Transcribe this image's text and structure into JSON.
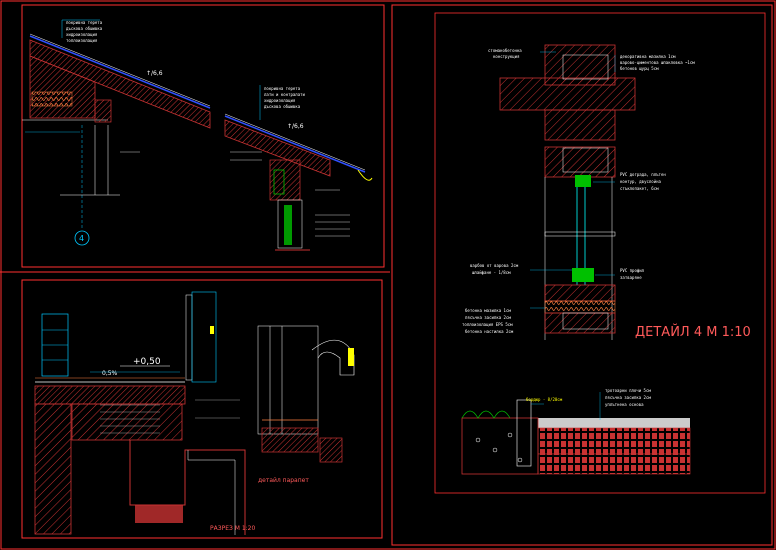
{
  "colors": {
    "background": "#000000",
    "frame": "#ff3030",
    "concrete": "#c83232",
    "insulation": "#ff8040",
    "annotation": "#ffffff",
    "dimension": "#00c8ff",
    "glass": "#00ffff",
    "wood": "#ffff00",
    "membrane": "#3050ff",
    "green": "#00c000"
  },
  "labels": {
    "roof_slope_1": "↑/6,6",
    "roof_slope_2": "↑/6,6",
    "axis_marker": "4",
    "level_mark": "+0,50",
    "slope_pct": "0,5%",
    "detail_title": "ДЕТАЙЛ 4   М 1:10",
    "parapet_title": "детайл парапет",
    "section_title": "РАЗРЕЗ  М 1:20",
    "bordure": "бордюр - 8/20см"
  },
  "notes": {
    "window_top": [
      "стоманобетонна",
      "конструкция"
    ],
    "window_right_1": [
      "декоративна мазилка 1см",
      "варово-циментова шпакловка ~1см",
      "бетонов щурц 5см"
    ],
    "window_right_2": [
      "PVC дограда, плътен",
      "контур, двуслойна",
      "стъклопакет, 6см"
    ],
    "window_right_3": [
      "PVC профил",
      "затваряне"
    ],
    "window_left_1": [
      "варбов от варова 2см",
      "шлайфане - 1/8см"
    ],
    "window_left_2": [
      "бетонна мазилка 1см",
      "пясъчна засипка 2см",
      "топлоизолация EPS 5см",
      "бетонна настилка 2см"
    ],
    "ground": [
      "тротоарни плочи 5см",
      "пясъчна засипка 2см",
      "уплътнена основа"
    ],
    "roof1": [
      "покривна терета",
      "дъскова обшивка",
      "хидроизолация",
      "топлоизолация"
    ],
    "roof2": [
      "покривна терета",
      "лати и контралати",
      "хидроизолация",
      "дъскова обшивка"
    ]
  }
}
